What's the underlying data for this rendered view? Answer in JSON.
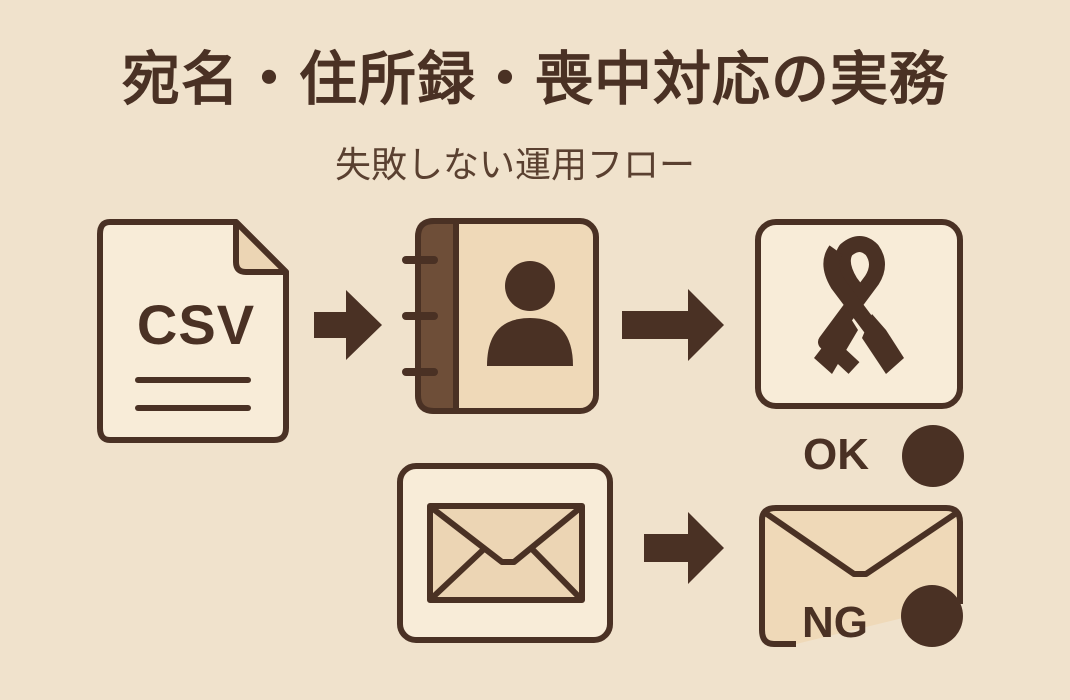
{
  "header": {
    "title": "宛名・住所録・喪中対応の実務",
    "subtitle": "失敗しない運用フロー"
  },
  "flow": {
    "steps": [
      {
        "id": "csv",
        "icon": "csv-file-icon",
        "label": "CSV"
      },
      {
        "id": "address-book",
        "icon": "address-book-icon"
      },
      {
        "id": "mourning",
        "icon": "mourning-ribbon-icon",
        "status": "OK"
      },
      {
        "id": "envelope",
        "icon": "envelope-icon"
      },
      {
        "id": "envelope-ng",
        "icon": "envelope-ng-icon",
        "status": "NG"
      }
    ],
    "ok_label": "OK",
    "ng_label": "NG"
  },
  "colors": {
    "background": "#f0e2cc",
    "ink": "#4a3124",
    "panel": "#f8ecd8",
    "panel_dark": "#ecd5b4",
    "spine": "#6e4e38"
  }
}
